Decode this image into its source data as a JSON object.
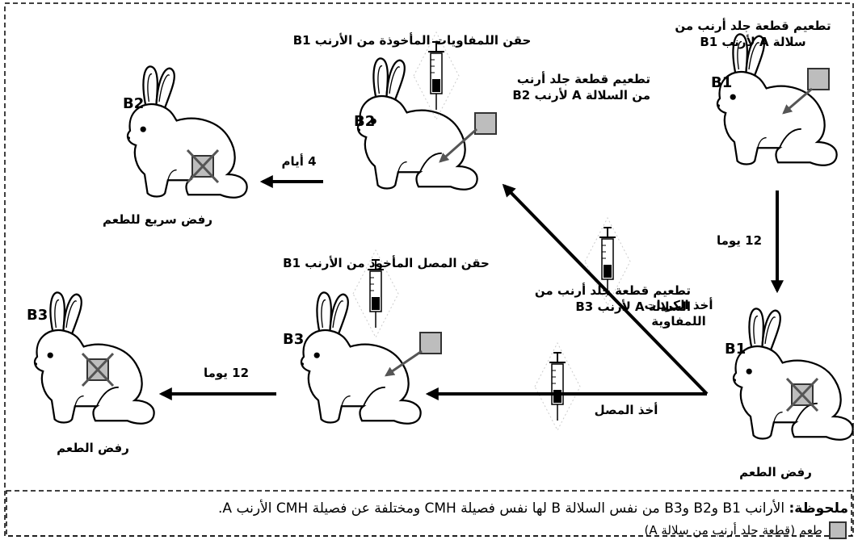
{
  "rabbits": {
    "b1_top": "B1",
    "b2_mid": "B2",
    "b2_left": "B2",
    "b3_mid": "B3",
    "b3_left": "B3",
    "b1_bottom": "B1"
  },
  "labels": {
    "graft_b1_line1": "تطعيم قطعة جلد أرنب من",
    "graft_b1_line2": "سلالة A لأرنب B1",
    "inject_lymph": "حقن اللمفاويات المأخوذة من الأرنب B1",
    "graft_b2_line1": "تطعيم قطعة جلد أرنب",
    "graft_b2_line2": "من السلالة A لأرنب B2",
    "four_days": "4 أيام",
    "fast_rejection": "رفض سريع للطعم",
    "twelve_days_right": "12 يوما",
    "inject_serum": "حقن المصل  المأخوذ من الأرنب B1",
    "graft_b3_line1": "تطعيم قطعة جلد أرنب من",
    "graft_b3_line2": "السلالة A لأرنب B3",
    "take_lymph_line1": "أخذ الكريات",
    "take_lymph_line2": "اللمفاوية",
    "twelve_days_left": "12 يوما",
    "rejection_left": "رفض الطعم",
    "take_serum": "أخذ المصل",
    "rejection_bottom": "رفض الطعم"
  },
  "note": {
    "prefix": "ملحوظة:",
    "text": " الأرانب B1 وB2 وB3 من نفس السلالة B لها نفس فصيلة CMH ومختلفة عن فصيلة CMH الأرنب A."
  },
  "legend": {
    "text": "طعم (قطعة جلد أرنب من سلالة A)"
  },
  "colors": {
    "graft_fill": "#bdbdbd",
    "graft_arrow": "#555555",
    "line": "#000000"
  }
}
